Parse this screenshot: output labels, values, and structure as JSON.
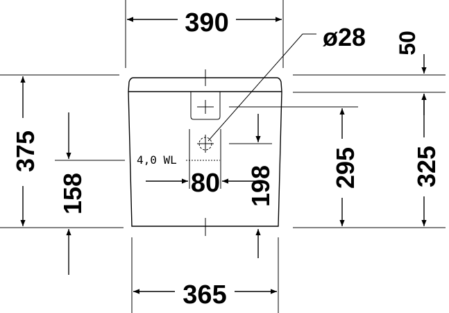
{
  "drawing": {
    "dimensions": {
      "top_width": "390",
      "diameter": "ø28",
      "top_offset": "50",
      "overall_height": "375",
      "water_level_height": "158",
      "water_level_label": "4,0 WL",
      "hole_offset": "80",
      "hole_height": "198",
      "inner_height_a": "295",
      "inner_height_b": "325",
      "bottom_width": "365"
    }
  }
}
